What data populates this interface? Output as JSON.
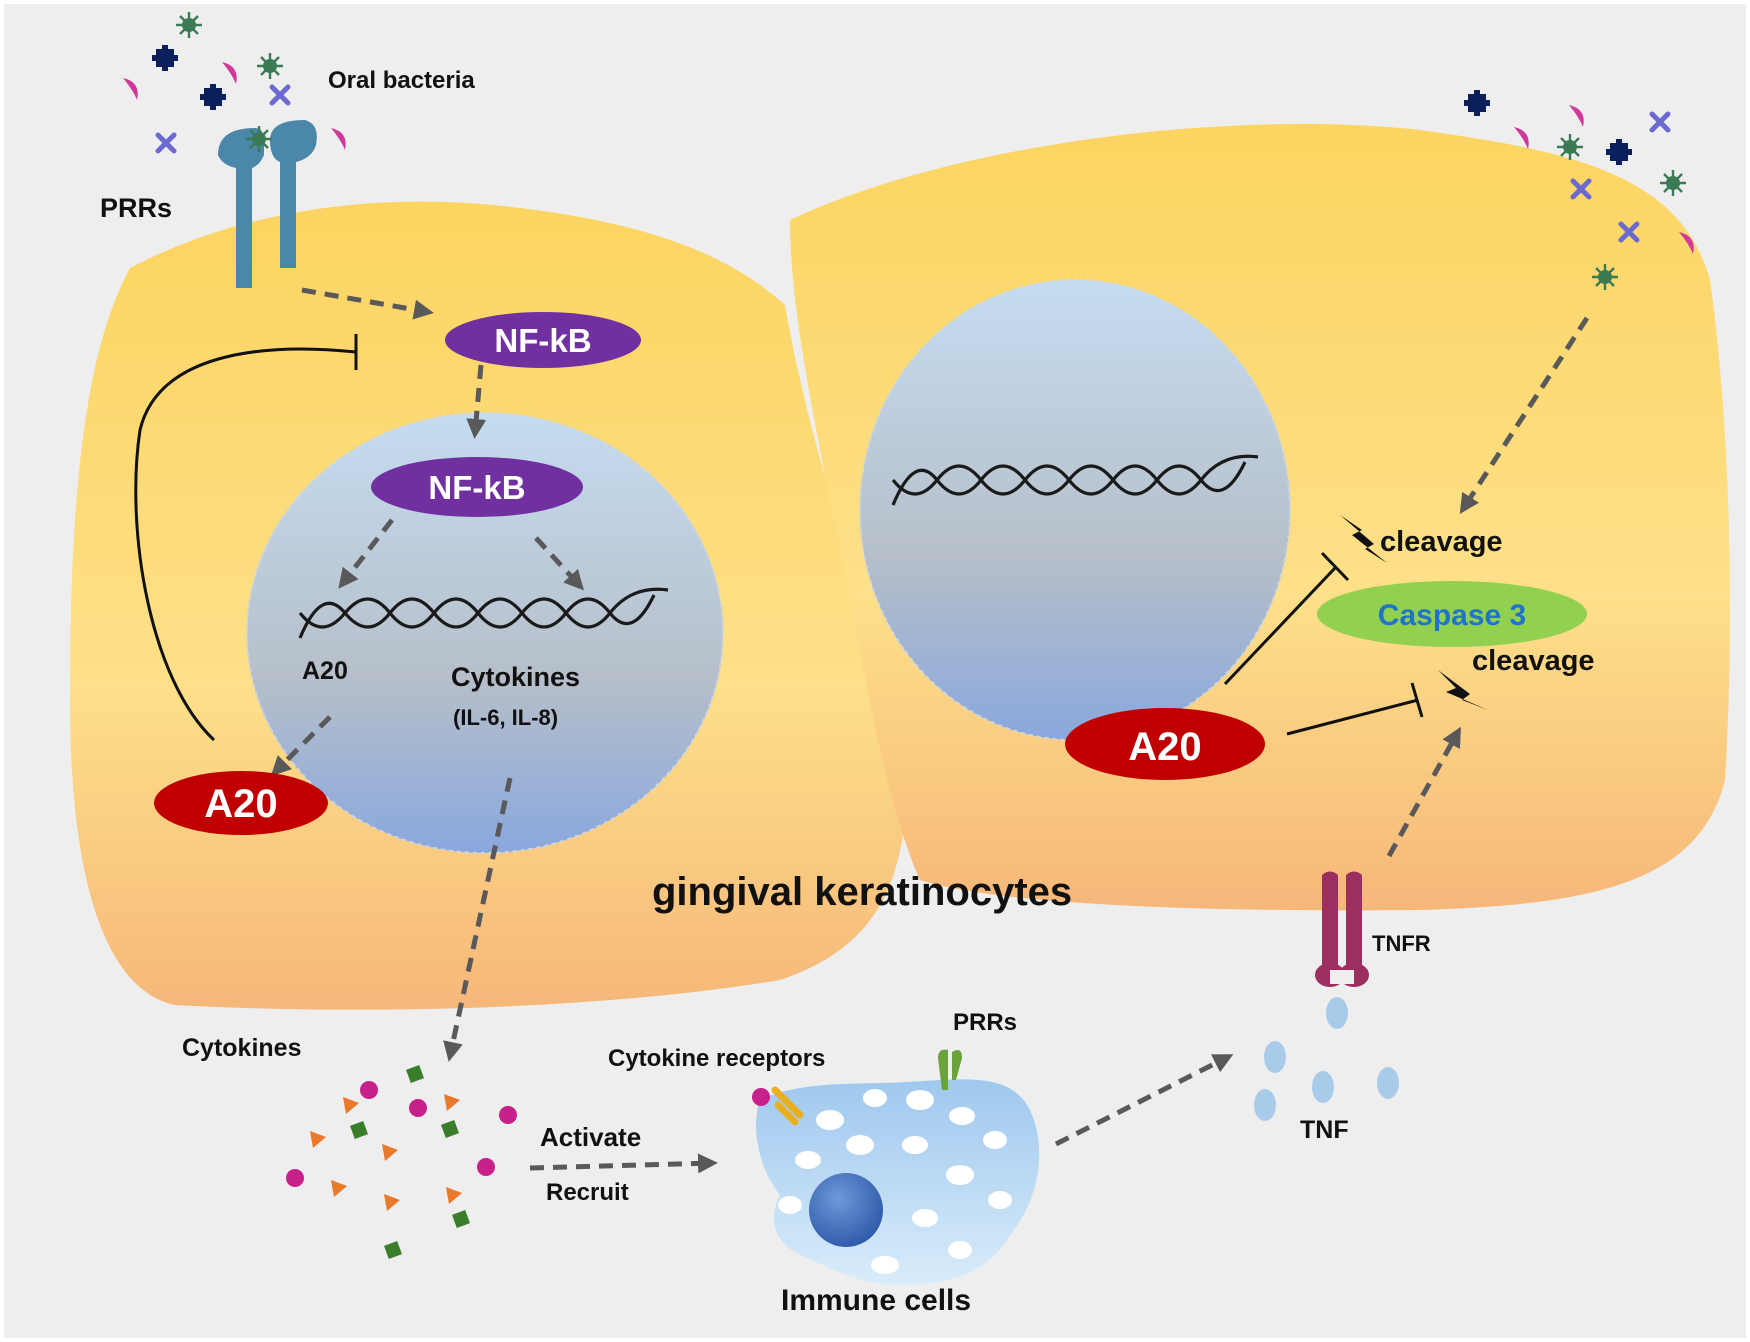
{
  "labels": {
    "oral_bacteria": "Oral bacteria",
    "prrs_top": "PRRs",
    "nfkb_cytoplasm": "NF-kB",
    "nfkb_nucleus": "NF-kB",
    "a20_gene": "A20",
    "cytokines_gene": "Cytokines",
    "cytokines_examples": "(IL-6, IL-8)",
    "a20_left": "A20",
    "cleavage_top": "cleavage",
    "caspase3": "Caspase 3",
    "cleavage_bottom": "cleavage",
    "a20_right": "A20",
    "gingival_keratinocytes": "gingival keratinocytes",
    "tnfr": "TNFR",
    "cytokines_released": "Cytokines",
    "cytokine_receptors": "Cytokine receptors",
    "prrs_immune": "PRRs",
    "activate": "Activate",
    "recruit": "Recruit",
    "tnf": "TNF",
    "immune_cells": "Immune cells"
  },
  "colors": {
    "background": "#eeeeee",
    "cell": "#fbd165",
    "nucleus": "#b9cde4",
    "nfkb": "#7030a0",
    "a20": "#c00000",
    "caspase": "#92d050",
    "caspase_text": "#1f74c8",
    "receptor": "#4a87a8",
    "tnfr": "#9b2f5f",
    "tnf": "#a9cbea",
    "arrow": "#595959"
  }
}
